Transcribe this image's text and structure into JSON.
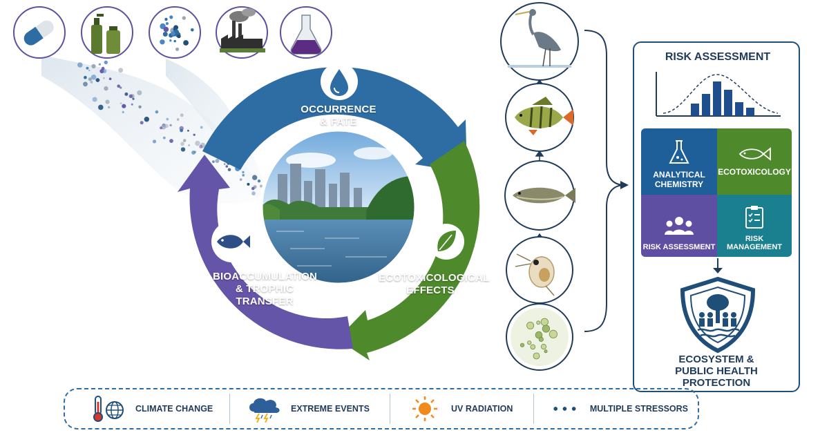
{
  "sources": [
    {
      "name": "pharmaceutical-capsule"
    },
    {
      "name": "personal-care-bottles"
    },
    {
      "name": "microplastic-particles"
    },
    {
      "name": "industrial-factory"
    },
    {
      "name": "chemical-flask"
    }
  ],
  "cycle": {
    "occurrence": {
      "line1": "OCCURRENCE",
      "line2": "& FATE",
      "color": "#2e6da4",
      "icon": "water-drop-icon"
    },
    "effects": {
      "line1": "ECOTOXICOLOGICAL",
      "line2": "EFFECTS",
      "color": "#4e8a2c",
      "icon": "leaf-icon"
    },
    "bioaccumulation": {
      "line1": "BIOACCUMULATION",
      "line2": "& TROPHIC",
      "line3": "TRANSFER",
      "color": "#6455a8",
      "icon": "fish-icon"
    }
  },
  "food_chain": [
    "heron",
    "perch",
    "small-fish",
    "water-flea",
    "phytoplankton"
  ],
  "risk_panel": {
    "title": "RISK ASSESSMENT",
    "pieces": {
      "analytical": {
        "line1": "ANALYTICAL",
        "line2": "CHEMISTRY",
        "color": "#1f5f99"
      },
      "ecotox": {
        "label": "ECOTOXICOLOGY",
        "color": "#4e8a2c"
      },
      "risk_assessment": {
        "label": "RISK ASSESSMENT",
        "color": "#5e4fa2"
      },
      "risk_management": {
        "label": "RISK MANAGEMENT",
        "color": "#1a7f8e"
      }
    },
    "protection": {
      "line1": "ECOSYSTEM &",
      "line2": "PUBLIC HEALTH",
      "line3": "PROTECTION"
    }
  },
  "stressors": [
    {
      "label": "CLIMATE CHANGE",
      "icon": "thermometer-globe-icon"
    },
    {
      "label": "EXTREME EVENTS",
      "icon": "storm-cloud-icon"
    },
    {
      "label": "UV RADIATION",
      "icon": "sun-icon"
    },
    {
      "label": "MULTIPLE STRESSORS",
      "icon": "dots-icon"
    }
  ],
  "colors": {
    "navy": "#1f3b5a",
    "blue": "#2e6da4",
    "green": "#4e8a2c",
    "purple": "#6455a8",
    "teal": "#1a7f8e"
  }
}
